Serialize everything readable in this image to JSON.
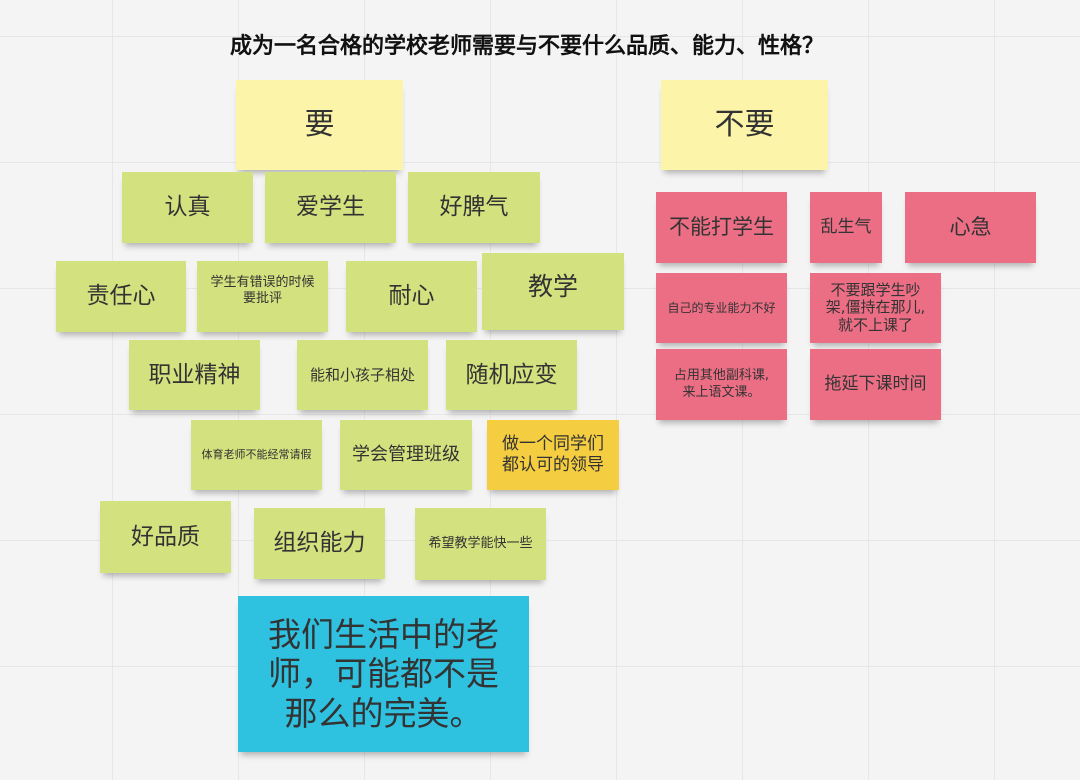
{
  "title": "成为一名合格的学校老师需要与不要什么品质、能力、性格？",
  "headers": {
    "yes": "要",
    "no": "不要"
  },
  "yes_notes": [
    "认真",
    "爱学生",
    "好脾气",
    "责任心",
    "学生有错误的时候\n要批评",
    "耐心",
    "教学",
    "职业精神",
    "能和小孩子相处",
    "随机应变",
    "体育老师不能经常请假",
    "学会管理班级",
    "做一个同学们\n都认可的领导",
    "好品质",
    "组织能力",
    "希望教学能快一些"
  ],
  "no_notes": [
    "不能打学生",
    "乱生气",
    "心急",
    "自己的专业能力不好",
    "不要跟学生吵\n架,僵持在那儿,\n就不上课了",
    "占用其他副科课,\n来上语文课。",
    "拖延下课时间"
  ],
  "conclusion": "我们生活中的老\n师，可能都不是\n那么的完美。",
  "colors": {
    "green": "#d4e17f",
    "yellow": "#fcf4a8",
    "pink": "#ec6e85",
    "orange": "#f4cd40",
    "blue": "#2fc1e0"
  }
}
